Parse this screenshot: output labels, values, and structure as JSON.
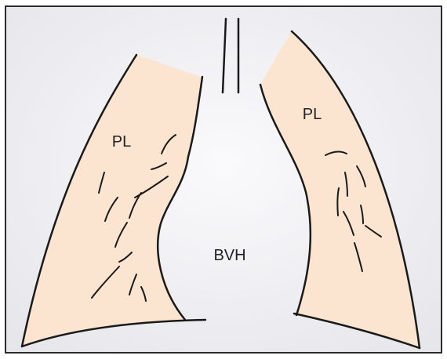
{
  "labels": {
    "left_lung": "PL",
    "right_lung": "PL",
    "center": "BVH"
  },
  "colors": {
    "lung_fill": "#FBE5D0",
    "outline": "#1a1a1a",
    "background_light": "#F7F7F9",
    "background_shade": "#E4E4EA"
  }
}
